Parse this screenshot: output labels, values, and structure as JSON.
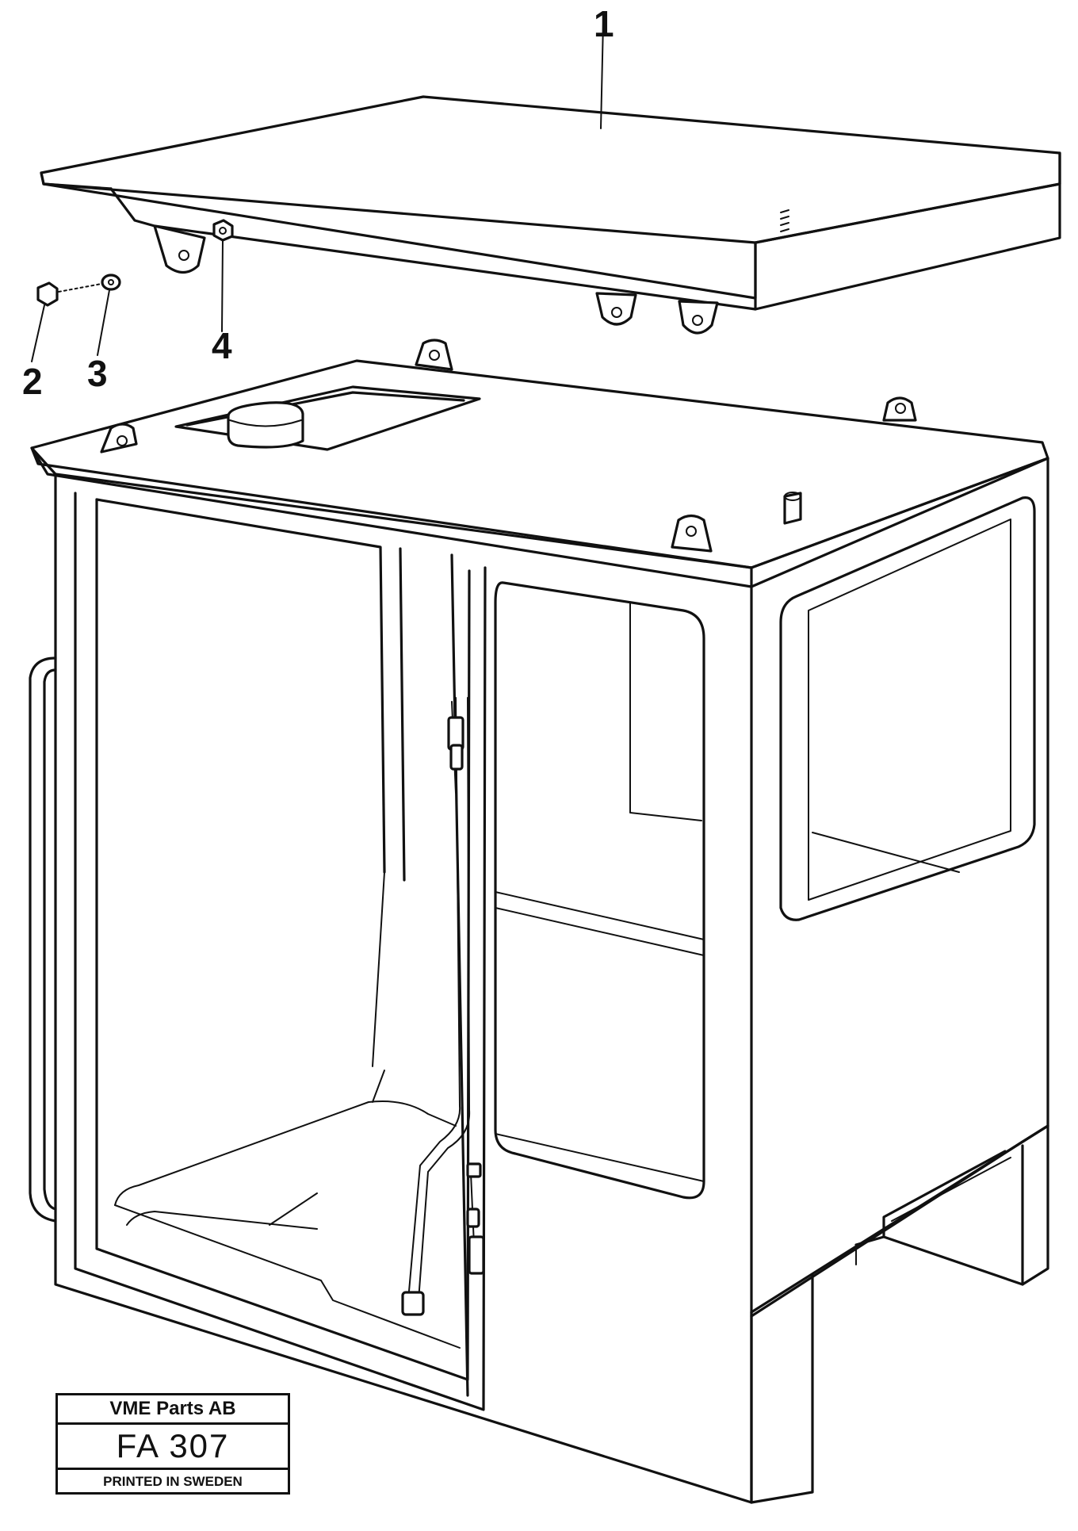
{
  "callouts": {
    "c1": "1",
    "c2": "2",
    "c3": "3",
    "c4": "4"
  },
  "title_block": {
    "company": "VME Parts AB",
    "code": "FA 307",
    "printed": "PRINTED IN SWEDEN"
  }
}
